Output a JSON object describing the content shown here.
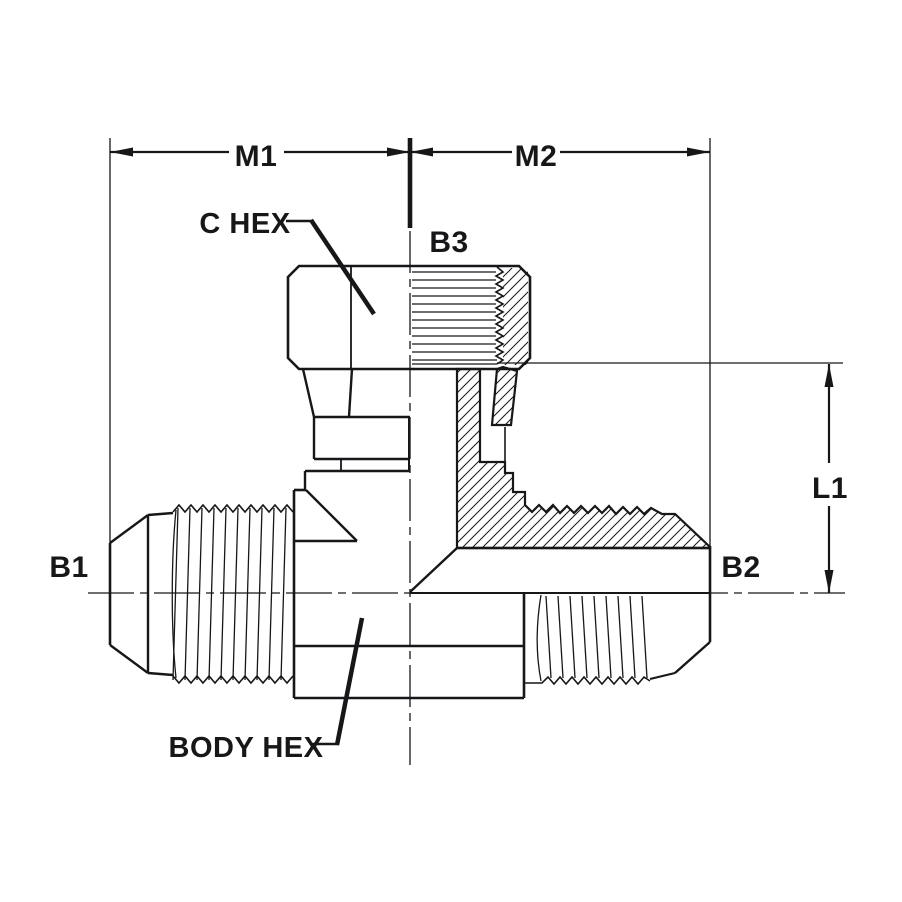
{
  "drawing": {
    "labels": {
      "m1": "M1",
      "m2": "M2",
      "b1": "B1",
      "b2": "B2",
      "b3": "B3",
      "l1": "L1",
      "c_hex": "C HEX",
      "body_hex": "BODY HEX"
    },
    "colors": {
      "line": "#17171a",
      "background": "#ffffff"
    }
  }
}
